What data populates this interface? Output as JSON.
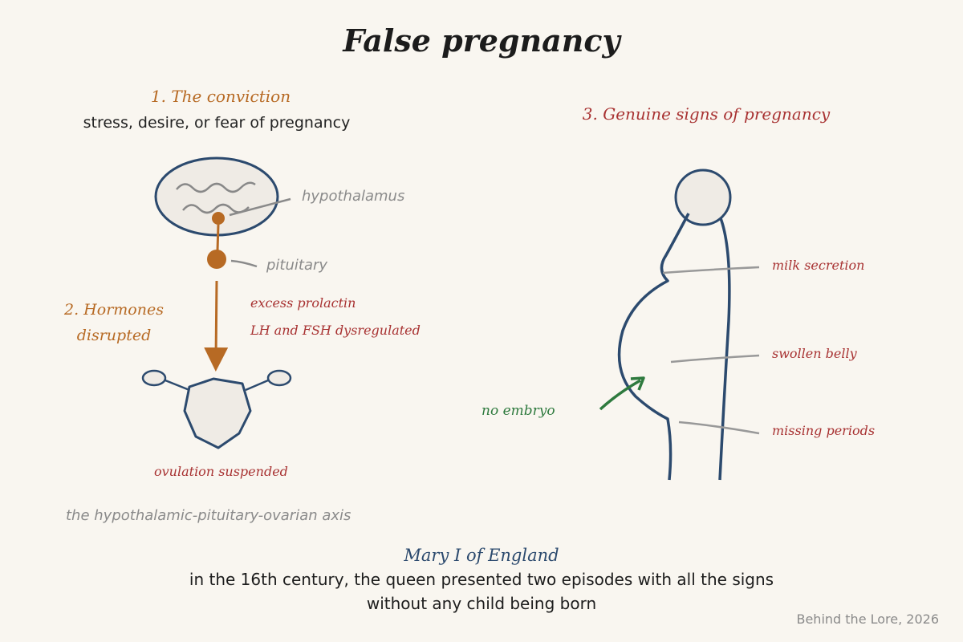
{
  "title": "False pregnancy",
  "section1": {
    "heading": "1. The conviction",
    "text": "stress, desire, or fear of pregnancy",
    "hypothalamus_label": "hypothalamus",
    "pituitary_label": "pituitary"
  },
  "section2": {
    "heading_line1": "2. Hormones",
    "heading_line2": "disrupted",
    "note1": "excess prolactin",
    "note2": "LH and FSH dysregulated",
    "ovary_note": "ovulation suspended"
  },
  "axis_caption": "the hypothalamic-pituitary-ovarian axis",
  "section3": {
    "heading": "3. Genuine signs of pregnancy",
    "signs": [
      "milk secretion",
      "swollen belly",
      "missing periods"
    ],
    "embryo_note": "no embryo"
  },
  "history": {
    "name": "Mary I of England",
    "line1": "in the 16th century, the queen presented two episodes with all the signs",
    "line2": "without any child being born"
  },
  "credit": "Behind the Lore, 2026",
  "colors": {
    "background": "#f9f6f0",
    "navy": "#2c4a6e",
    "orange": "#b76a24",
    "red": "#a83232",
    "green": "#2e7a3e",
    "gray": "#8a8a8a"
  }
}
